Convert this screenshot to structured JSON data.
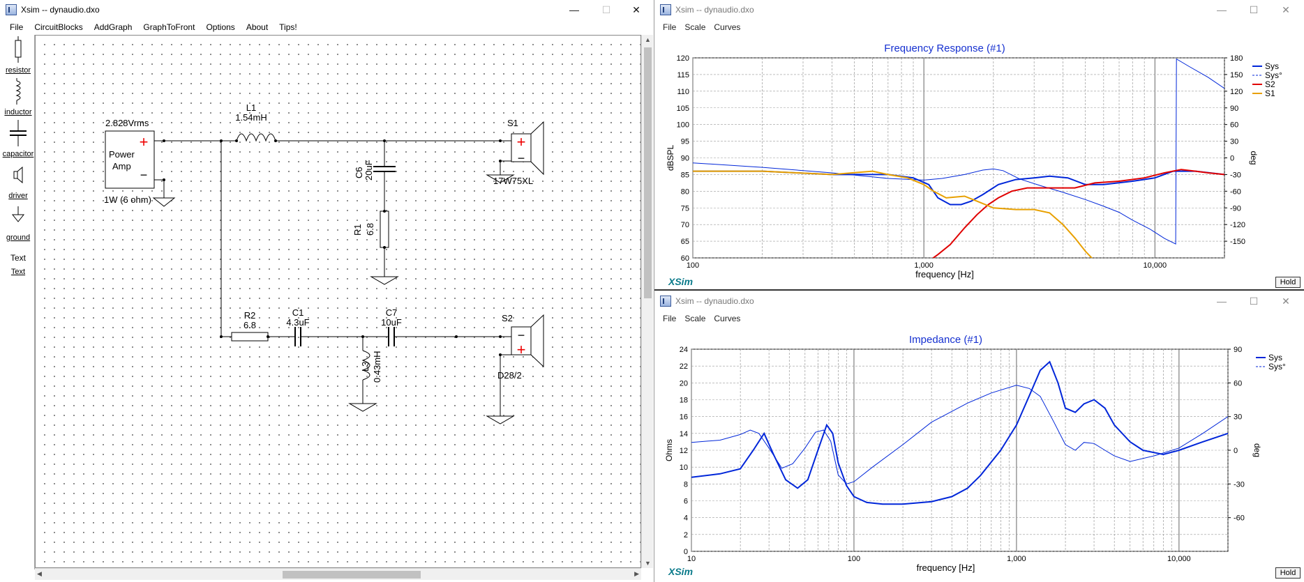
{
  "main": {
    "title": "Xsim -- dynaudio.dxo",
    "menu": [
      "File",
      "CircuitBlocks",
      "AddGraph",
      "GraphToFront",
      "Options",
      "About",
      "Tips!"
    ],
    "tools": [
      {
        "label": "resistor",
        "icon": "resistor-icon"
      },
      {
        "label": "inductor",
        "icon": "inductor-icon"
      },
      {
        "label": "capacitor",
        "icon": "capacitor-icon"
      },
      {
        "label": "driver",
        "icon": "driver-icon"
      },
      {
        "label": "ground",
        "icon": "ground-icon"
      },
      {
        "label": "Text",
        "icon": "text-icon"
      }
    ],
    "schematic": {
      "amp_voltage": "2.828Vrms",
      "amp_name_line1": "Power",
      "amp_name_line2": "Amp",
      "amp_power": "1W (6 ohm)",
      "plus": "+",
      "minus": "−",
      "L1": {
        "name": "L1",
        "value": "1.54mH"
      },
      "C6": {
        "name": "C6",
        "value": "20uF"
      },
      "R1": {
        "name": "R1",
        "value": "6.8"
      },
      "S1": {
        "name": "S1",
        "model": "17W75XL"
      },
      "R2": {
        "name": "R2",
        "value": "6.8"
      },
      "C1": {
        "name": "C1",
        "value": "4.3uF"
      },
      "C7": {
        "name": "C7",
        "value": "10uF"
      },
      "L3": {
        "name": "L3",
        "value": "0.43mH"
      },
      "S2": {
        "name": "S2",
        "model": "D28/2"
      }
    }
  },
  "freq_window": {
    "title": "Xsim -- dynaudio.dxo",
    "menu": [
      "File",
      "Scale",
      "Curves"
    ],
    "hold": "Hold",
    "brand": "XSim",
    "chart_data": {
      "type": "line",
      "title": "Frequency Response (#1)",
      "xlabel": "frequency [Hz]",
      "ylabel": "dBSPL",
      "y2label": "deg",
      "xscale": "log",
      "xlim": [
        100,
        20000
      ],
      "ylim": [
        60,
        120
      ],
      "y2lim": [
        -180,
        180
      ],
      "xticks": [
        "100",
        "1,000",
        "10,000"
      ],
      "yticks": [
        "120",
        "115",
        "110",
        "105",
        "100",
        "95",
        "90",
        "85",
        "80",
        "75",
        "70",
        "65",
        "60"
      ],
      "y2ticks": [
        "180",
        "150",
        "120",
        "90",
        "60",
        "30",
        "0",
        "-30",
        "-60",
        "-90",
        "-120",
        "-150"
      ],
      "grid": true,
      "legend": "right",
      "series": [
        {
          "name": "Sys",
          "color": "#0026d9",
          "axis": "left",
          "style": "thick",
          "x": [
            100,
            200,
            400,
            700,
            900,
            1050,
            1150,
            1300,
            1450,
            1600,
            1800,
            2100,
            2500,
            3000,
            3500,
            4200,
            5000,
            6000,
            8000,
            10000,
            12000,
            15000,
            20000
          ],
          "y": [
            86,
            86,
            85,
            85,
            84,
            82,
            78,
            76,
            76,
            77,
            79,
            82,
            83.5,
            84,
            84.5,
            84,
            82,
            82,
            83,
            84,
            86,
            86,
            85
          ]
        },
        {
          "name": "Sys°",
          "color": "#0026d9",
          "axis": "right",
          "style": "dashed",
          "x": [
            100,
            200,
            400,
            700,
            1000,
            1200,
            1500,
            1800,
            2000,
            2200,
            2600,
            3200,
            4000,
            5000,
            6000,
            7000,
            8000,
            9500,
            11000,
            12300,
            12400,
            14000,
            17000,
            20000
          ],
          "y": [
            -9,
            -17,
            -27,
            -37,
            -40,
            -37,
            -30,
            -22,
            -20,
            -23,
            -38,
            -50,
            -62,
            -75,
            -87,
            -98,
            -112,
            -128,
            -145,
            -155,
            178,
            165,
            145,
            125
          ]
        },
        {
          "name": "S2",
          "color": "#e00000",
          "axis": "left",
          "style": "thick",
          "x": [
            1000,
            1150,
            1300,
            1500,
            1700,
            1900,
            2100,
            2400,
            2800,
            3500,
            4500,
            5500,
            7000,
            9000,
            11000,
            13000,
            15000,
            17000,
            20000
          ],
          "y": [
            58,
            61,
            64,
            69,
            73,
            76,
            78,
            80,
            81,
            81,
            81,
            82.5,
            83,
            84,
            85.5,
            86.5,
            86,
            85.5,
            85
          ]
        },
        {
          "name": "S1",
          "color": "#e8a000",
          "axis": "left",
          "style": "thick",
          "x": [
            100,
            200,
            400,
            600,
            700,
            850,
            1000,
            1100,
            1250,
            1500,
            1700,
            2000,
            2500,
            3000,
            3500,
            4000,
            4500,
            5000,
            5500
          ],
          "y": [
            86,
            86,
            85,
            86,
            85,
            84,
            82,
            80,
            78,
            78.5,
            77,
            75,
            74.5,
            74.5,
            73.5,
            70,
            66,
            62,
            59
          ]
        }
      ]
    }
  },
  "imp_window": {
    "title": "Xsim -- dynaudio.dxo",
    "menu": [
      "File",
      "Scale",
      "Curves"
    ],
    "hold": "Hold",
    "brand": "XSim",
    "chart_data": {
      "type": "line",
      "title": "Impedance (#1)",
      "xlabel": "frequency [Hz]",
      "ylabel": "Ohms",
      "y2label": "deg",
      "xscale": "log",
      "xlim": [
        10,
        20000
      ],
      "ylim": [
        0,
        24
      ],
      "y2lim": [
        -90,
        90
      ],
      "xticks": [
        "10",
        "100",
        "1,000",
        "10,000"
      ],
      "yticks": [
        "24",
        "22",
        "20",
        "18",
        "16",
        "14",
        "12",
        "10",
        "8",
        "6",
        "4",
        "2",
        "0"
      ],
      "y2ticks": [
        "90",
        "60",
        "30",
        "0",
        "-30",
        "-60"
      ],
      "grid": true,
      "legend": "right",
      "series": [
        {
          "name": "Sys",
          "color": "#0026d9",
          "axis": "left",
          "style": "thick",
          "x": [
            10,
            15,
            20,
            24,
            28,
            32,
            38,
            45,
            52,
            60,
            68,
            74,
            80,
            90,
            100,
            120,
            150,
            200,
            300,
            400,
            500,
            600,
            800,
            1000,
            1200,
            1400,
            1600,
            1800,
            2000,
            2300,
            2600,
            3000,
            3500,
            4000,
            5000,
            6000,
            8000,
            10000,
            14000,
            20000
          ],
          "y": [
            8.8,
            9.2,
            9.8,
            12,
            14,
            11.5,
            8.5,
            7.5,
            8.5,
            12,
            15,
            14,
            10.5,
            7.8,
            6.5,
            5.8,
            5.6,
            5.6,
            5.9,
            6.5,
            7.5,
            9,
            12,
            15,
            18.5,
            21.5,
            22.5,
            20,
            17,
            16.5,
            17.5,
            18,
            17,
            15,
            13,
            12,
            11.5,
            12,
            13,
            14
          ]
        },
        {
          "name": "Sys°",
          "color": "#0026d9",
          "axis": "right",
          "style": "thin",
          "x": [
            10,
            15,
            20,
            23,
            26,
            30,
            36,
            42,
            50,
            58,
            65,
            72,
            80,
            90,
            100,
            130,
            200,
            300,
            500,
            700,
            1000,
            1200,
            1400,
            1700,
            2000,
            2300,
            2600,
            3000,
            3500,
            4000,
            5000,
            7000,
            10000,
            14000,
            20000
          ],
          "y": [
            7,
            9,
            14,
            18,
            15,
            2,
            -16,
            -12,
            2,
            16,
            18,
            8,
            -22,
            -30,
            -28,
            -15,
            5,
            25,
            42,
            51,
            58,
            55,
            48,
            25,
            5,
            0,
            7,
            6,
            0,
            -5,
            -10,
            -5,
            2,
            15,
            30
          ]
        }
      ]
    }
  }
}
